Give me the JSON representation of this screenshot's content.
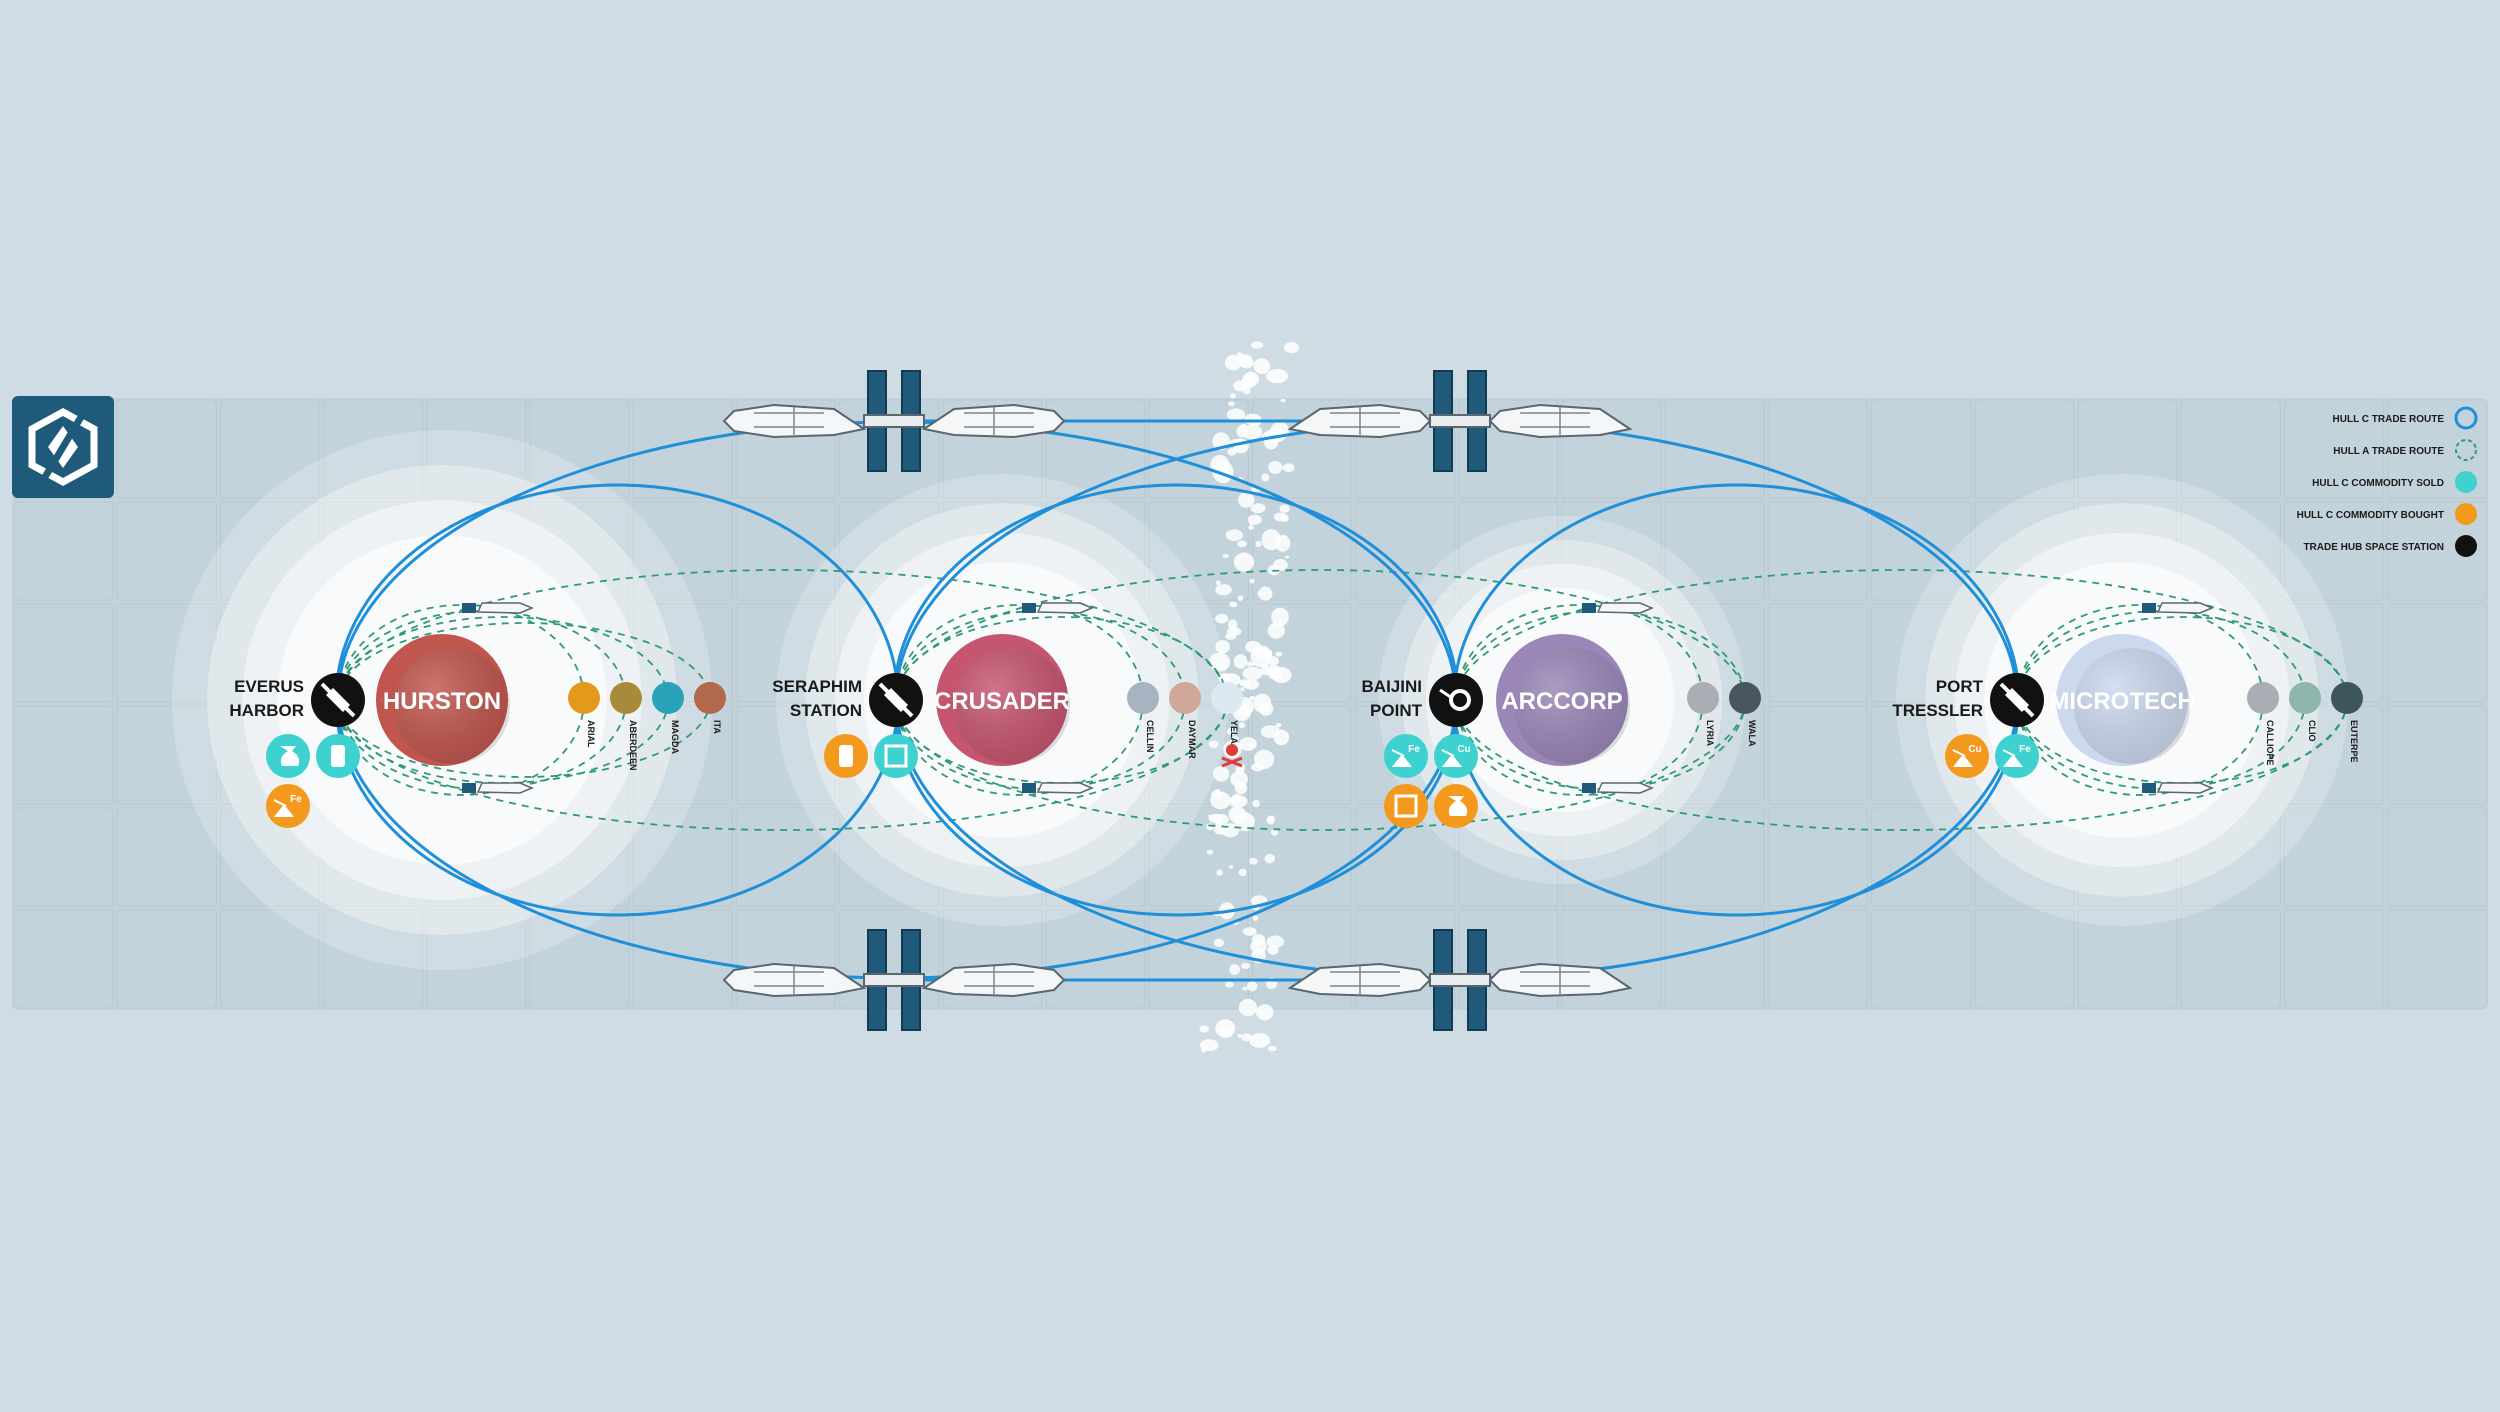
{
  "colors": {
    "background": "#cfdce4",
    "panel": "#c3d3dc",
    "hull_c_route": "#1e8fd8",
    "hull_a_route": "#2f9a74",
    "commodity_sold": "#3dd2cf",
    "commodity_bought": "#f39a1e",
    "station": "#111111",
    "logo": "#1f5a7a"
  },
  "logo": {
    "icon": "hull-logo-icon"
  },
  "legend": [
    {
      "key": "hull_c_route",
      "label": "HULL C TRADE ROUTE",
      "icon": "ring-icon"
    },
    {
      "key": "hull_a_route",
      "label": "HULL A TRADE ROUTE",
      "icon": "dashed-ring-icon"
    },
    {
      "key": "commodity_sold",
      "label": "HULL C COMMODITY SOLD",
      "icon": "teal-commodity-icon"
    },
    {
      "key": "commodity_bought",
      "label": "HULL C COMMODITY BOUGHT",
      "icon": "orange-commodity-icon"
    },
    {
      "key": "station",
      "label": "TRADE HUB SPACE STATION",
      "icon": "station-icon"
    }
  ],
  "systems": [
    {
      "planet": "HURSTON",
      "planet_color": "#c0564e",
      "station_lines": [
        "EVERUS",
        "HARBOR"
      ],
      "station_icon": "satellite-icon",
      "moons": [
        {
          "name": "ARIAL",
          "color": "#e39a1a"
        },
        {
          "name": "ABERDEEN",
          "color": "#a88a3a"
        },
        {
          "name": "MAGDA",
          "color": "#2aa3b8"
        },
        {
          "name": "ITA",
          "color": "#b0694a"
        }
      ],
      "commodities": [
        {
          "type": "sold",
          "icon": "sack-icon"
        },
        {
          "type": "sold",
          "icon": "canister-icon"
        },
        {
          "type": "bought",
          "icon": "ore-icon",
          "label": "Fe"
        }
      ]
    },
    {
      "planet": "CRUSADER",
      "planet_color": "#c65570",
      "station_lines": [
        "SERAPHIM",
        "STATION"
      ],
      "station_icon": "satellite-icon",
      "moons": [
        {
          "name": "CELLIN",
          "color": "#a6b4c2"
        },
        {
          "name": "DAYMAR",
          "color": "#cfa89a"
        },
        {
          "name": "YELA",
          "color": "#dce8f2"
        }
      ],
      "commodities": [
        {
          "type": "bought",
          "icon": "canister-icon"
        },
        {
          "type": "sold",
          "icon": "crate-icon"
        }
      ]
    },
    {
      "planet": "ARCCORP",
      "planet_color": "#9a87b8",
      "station_lines": [
        "BAIJINI",
        "POINT"
      ],
      "station_icon": "ring-station-icon",
      "moons": [
        {
          "name": "LYRIA",
          "color": "#a8aeb4"
        },
        {
          "name": "WALA",
          "color": "#4a5562"
        }
      ],
      "commodities": [
        {
          "type": "sold",
          "icon": "ore-icon",
          "label": "Fe"
        },
        {
          "type": "sold",
          "icon": "ore-icon",
          "label": "Cu"
        },
        {
          "type": "bought",
          "icon": "crate-icon"
        },
        {
          "type": "bought",
          "icon": "sack-icon"
        }
      ]
    },
    {
      "planet": "MICROTECH",
      "planet_color": "#ccd8ee",
      "station_lines": [
        "PORT",
        "TRESSLER"
      ],
      "station_icon": "satellite-icon",
      "moons": [
        {
          "name": "CALLIOPE",
          "color": "#a8aeb4"
        },
        {
          "name": "CLIO",
          "color": "#8fb5ae"
        },
        {
          "name": "EUTERPE",
          "color": "#3e555c"
        }
      ],
      "commodities": [
        {
          "type": "bought",
          "icon": "ore-icon",
          "label": "Cu"
        },
        {
          "type": "sold",
          "icon": "ore-icon",
          "label": "Fe"
        }
      ]
    }
  ],
  "hazard": {
    "icon": "skull-crossbones-icon",
    "color": "#e23b3b"
  }
}
